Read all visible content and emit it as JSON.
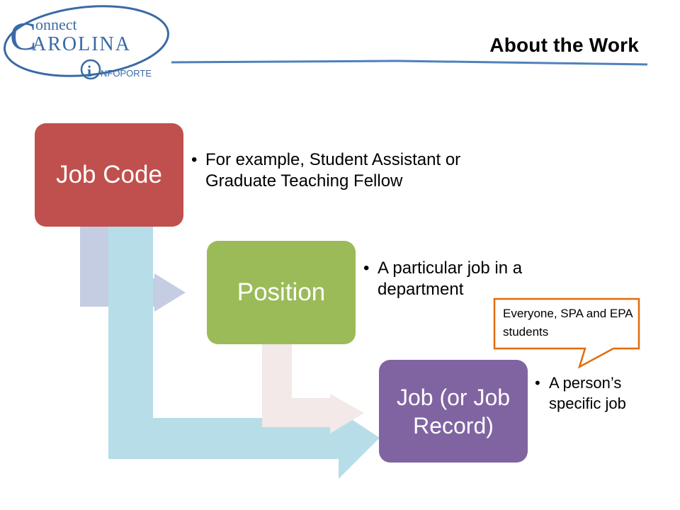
{
  "header": {
    "title": "About the Work",
    "logo_line1": "onnect",
    "logo_c": "C",
    "logo_line2": "AROLINA",
    "logo_i": "i",
    "logo_line3": "NFOPORTE"
  },
  "diagram": {
    "levels": [
      {
        "label": "Job Code",
        "bullet": "For example, Student Assistant or Graduate Teaching Fellow",
        "color": "#c0504d"
      },
      {
        "label": "Position",
        "bullet": "A particular job in a department",
        "color": "#9bbb59"
      },
      {
        "label": "Job (or Job Record)",
        "bullet": "A person’s specific job",
        "color": "#8064a2"
      }
    ],
    "connector_colors": {
      "lavender": "#c5cde3",
      "light_blue": "#b7dde8",
      "pale_pink": "#f2e9e8"
    },
    "bullet_symbol": "•"
  },
  "callout": {
    "text": "Everyone, SPA and EPA students",
    "border_color": "#e36c09"
  },
  "colors": {
    "logo_blue": "#3a6aa5",
    "rule_blue": "#4f81bd"
  }
}
